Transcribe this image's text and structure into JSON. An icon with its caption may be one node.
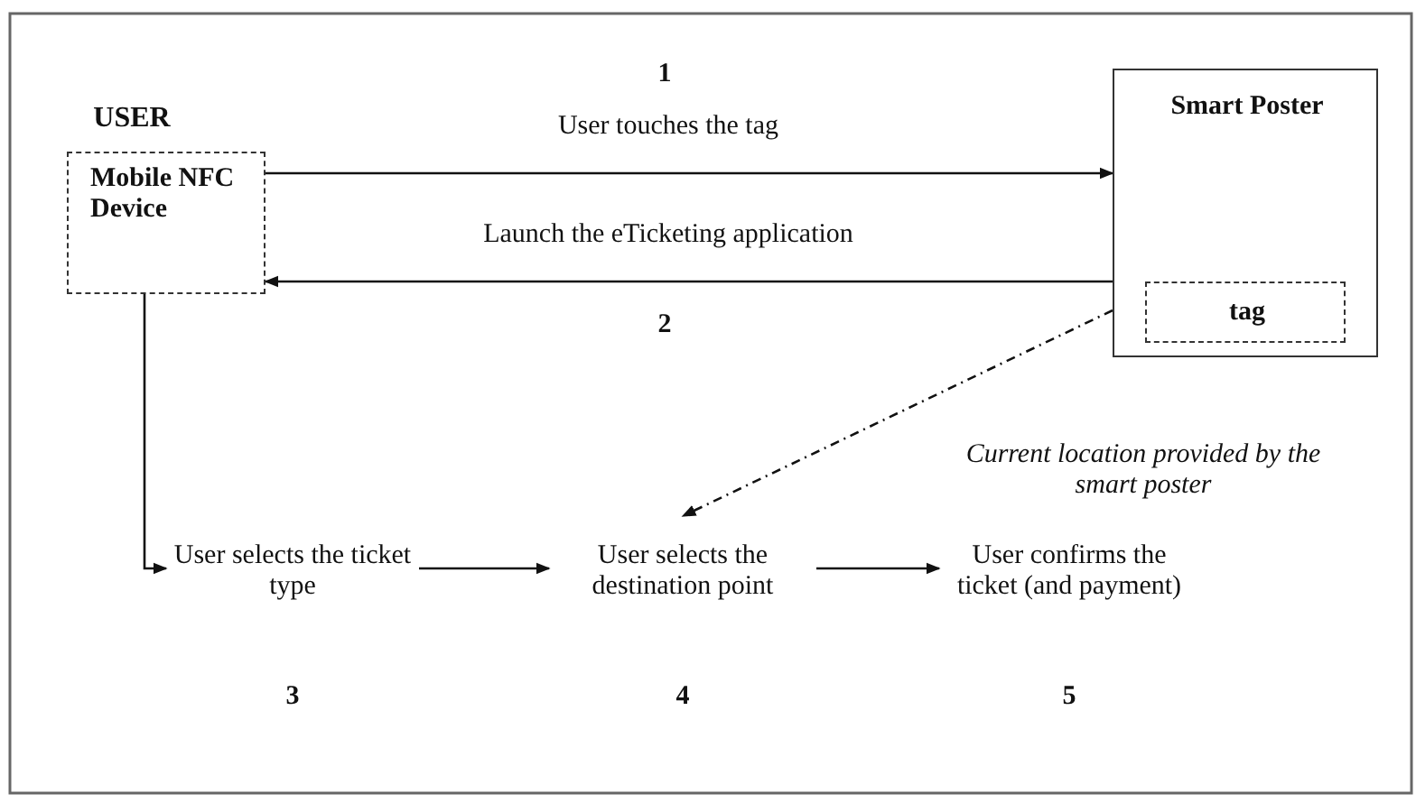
{
  "diagram": {
    "nodes": [
      {
        "text": [
          "USER",
          "Mobile NFC Device"
        ]
      },
      {
        "text": [
          "Smart Poster"
        ]
      },
      {
        "text": [
          "tag"
        ],
        "in": 1
      },
      {
        "text": [
          "User selects the ticket type"
        ],
        "beside": [
          "3"
        ]
      },
      {
        "text": [
          "User selects the destination point"
        ],
        "beside": [
          "4"
        ]
      },
      {
        "text": [
          "User confirms the ticket (and payment)"
        ],
        "beside": [
          "5"
        ]
      }
    ],
    "edges": [
      {
        "from": 0,
        "to": 1,
        "arrow": "to",
        "label": "User touches the tag"
      },
      {
        "from": 1,
        "to": 0,
        "arrow": "to",
        "label": "Launch the eTicketing application"
      },
      {
        "from": 1,
        "to": 4,
        "arrow": "to",
        "style": "dashed",
        "label": "Current location provided by the smart poster"
      },
      {
        "from": 0,
        "to": 3,
        "arrow": "to"
      },
      {
        "from": 3,
        "to": 4,
        "arrow": "to"
      },
      {
        "from": 4,
        "to": 5,
        "arrow": "to"
      }
    ],
    "labels": [
      "1",
      "2"
    ]
  }
}
